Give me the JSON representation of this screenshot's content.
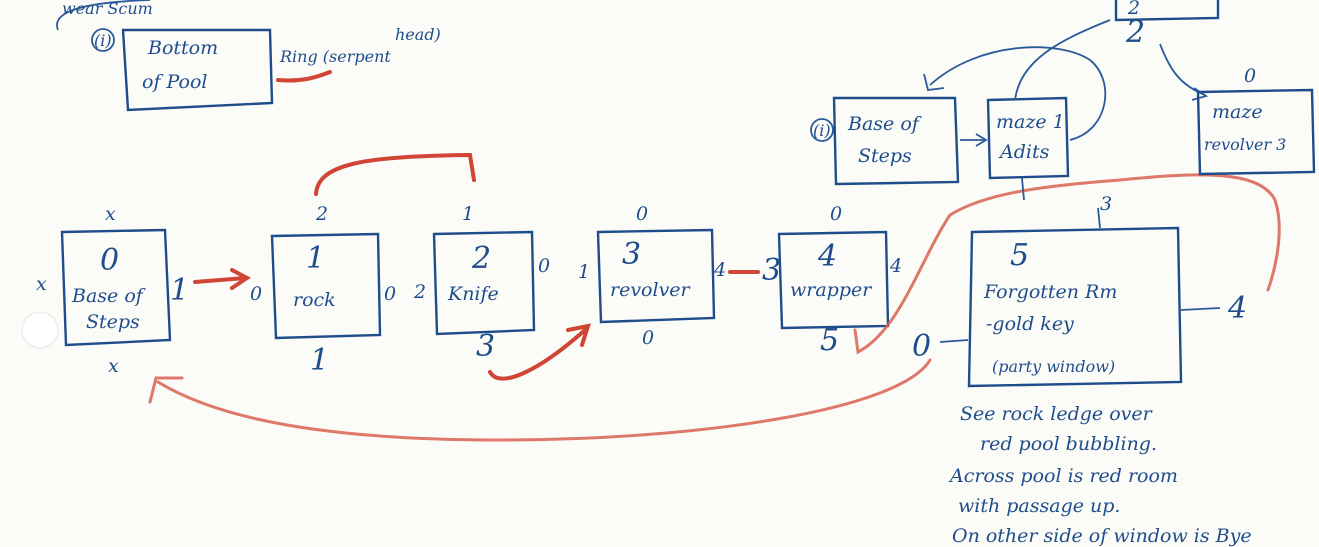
{
  "rooms": {
    "bottom_pool": {
      "number": "(i)",
      "line1": "Bottom",
      "line2": "of Pool",
      "note1": "Ring (serpent",
      "note2": "head)",
      "top_fragment": "wear Scum"
    },
    "base_of_steps": {
      "number": "0",
      "line1": "Base of",
      "line2": "Steps",
      "top": "x",
      "left": "x",
      "right": "1",
      "bottom": "x"
    },
    "rock": {
      "number": "1",
      "label": "rock",
      "top": "2",
      "left": "0",
      "right": "0",
      "bottom": "1"
    },
    "knife": {
      "number": "2",
      "label": "Knife",
      "top": "1",
      "left": "2",
      "right": "0",
      "bottom": "3"
    },
    "revolver": {
      "number": "3",
      "label": "revolver",
      "top": "0",
      "left": "1",
      "right": "4",
      "bottom": "0"
    },
    "wrapper": {
      "number": "4",
      "label": "wrapper",
      "top": "0",
      "left": "3",
      "right": "4",
      "bottom": "5"
    },
    "forgotten_room": {
      "number": "5",
      "line1": "Forgotten Rm",
      "line2": "-gold key",
      "line3": "(party window)",
      "top": "3",
      "left": "0",
      "right": "4"
    },
    "upper_base_steps": {
      "number": "(i)",
      "line1": "Base of",
      "line2": "Steps"
    },
    "maze_1": {
      "line1": "maze 1",
      "line2": "Adits"
    },
    "maze_2": {
      "number": "2",
      "top_number": "2"
    },
    "maze_3": {
      "number": "0",
      "line1": "maze",
      "line2": "revolver 3"
    }
  },
  "notes": {
    "line1": "See rock ledge over",
    "line2": "red pool bubbling.",
    "line3": "Across pool is red room",
    "line4": "with passage up.",
    "line5": "On other side of window is Bye"
  },
  "colors": {
    "ink": "#1f4d8c",
    "red_pencil": "#d04535",
    "paper": "#fbfbf7"
  }
}
